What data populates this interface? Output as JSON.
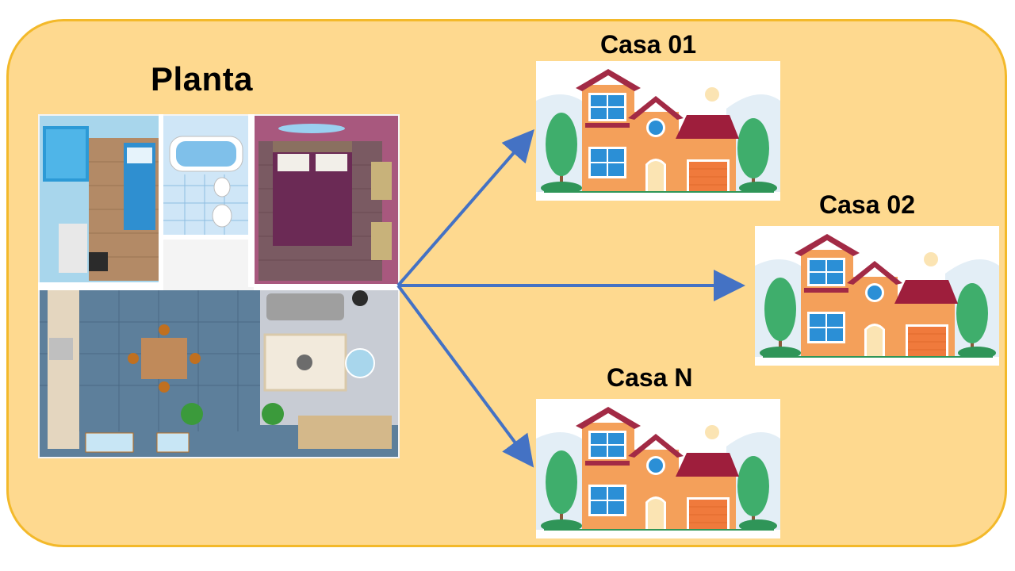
{
  "title": "Planta",
  "houses": [
    {
      "label": "Casa 01"
    },
    {
      "label": "Casa 02"
    },
    {
      "label": "Casa N"
    }
  ],
  "colors": {
    "panel_fill": "#fed98f",
    "panel_border": "#f3b92a",
    "arrow": "#4472c4"
  },
  "icons": [
    "floor-plan-illustration",
    "house-illustration"
  ]
}
